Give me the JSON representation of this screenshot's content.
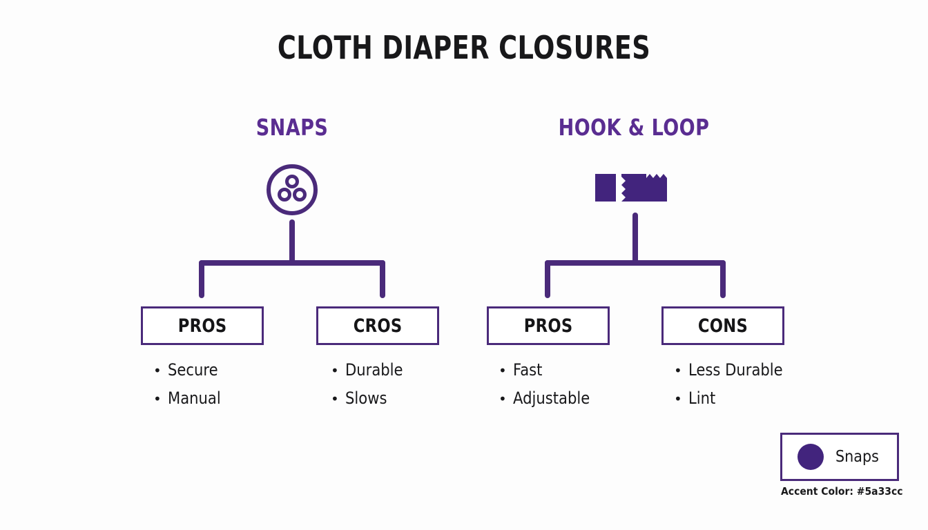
{
  "page": {
    "title": "CLOTH DIAPER CLOSURES",
    "background_color": "#fdfdfd",
    "accent_color": "#5a33cc",
    "drawn_purple": "#4a2a7a",
    "text_color": "#18181a"
  },
  "branches": [
    {
      "heading": "SNAPS",
      "icon": "snap-button-icon",
      "children": [
        {
          "box_label": "PROS",
          "bullets": [
            "Secure",
            "Manual"
          ]
        },
        {
          "box_label": "CROS",
          "bullets": [
            "Durable",
            "Slows"
          ]
        }
      ]
    },
    {
      "heading": "HOOK & LOOP",
      "icon": "hook-loop-icon",
      "children": [
        {
          "box_label": "PROS",
          "bullets": [
            "Fast",
            "Adjustable"
          ]
        },
        {
          "box_label": "CONS",
          "bullets": [
            "Less Durable",
            "Lint"
          ]
        }
      ]
    }
  ],
  "legend": {
    "swatch_color": "#42247d",
    "label": "Snaps",
    "caption": "Accent Color: #5a33cc"
  },
  "bullet_glyph": "•"
}
